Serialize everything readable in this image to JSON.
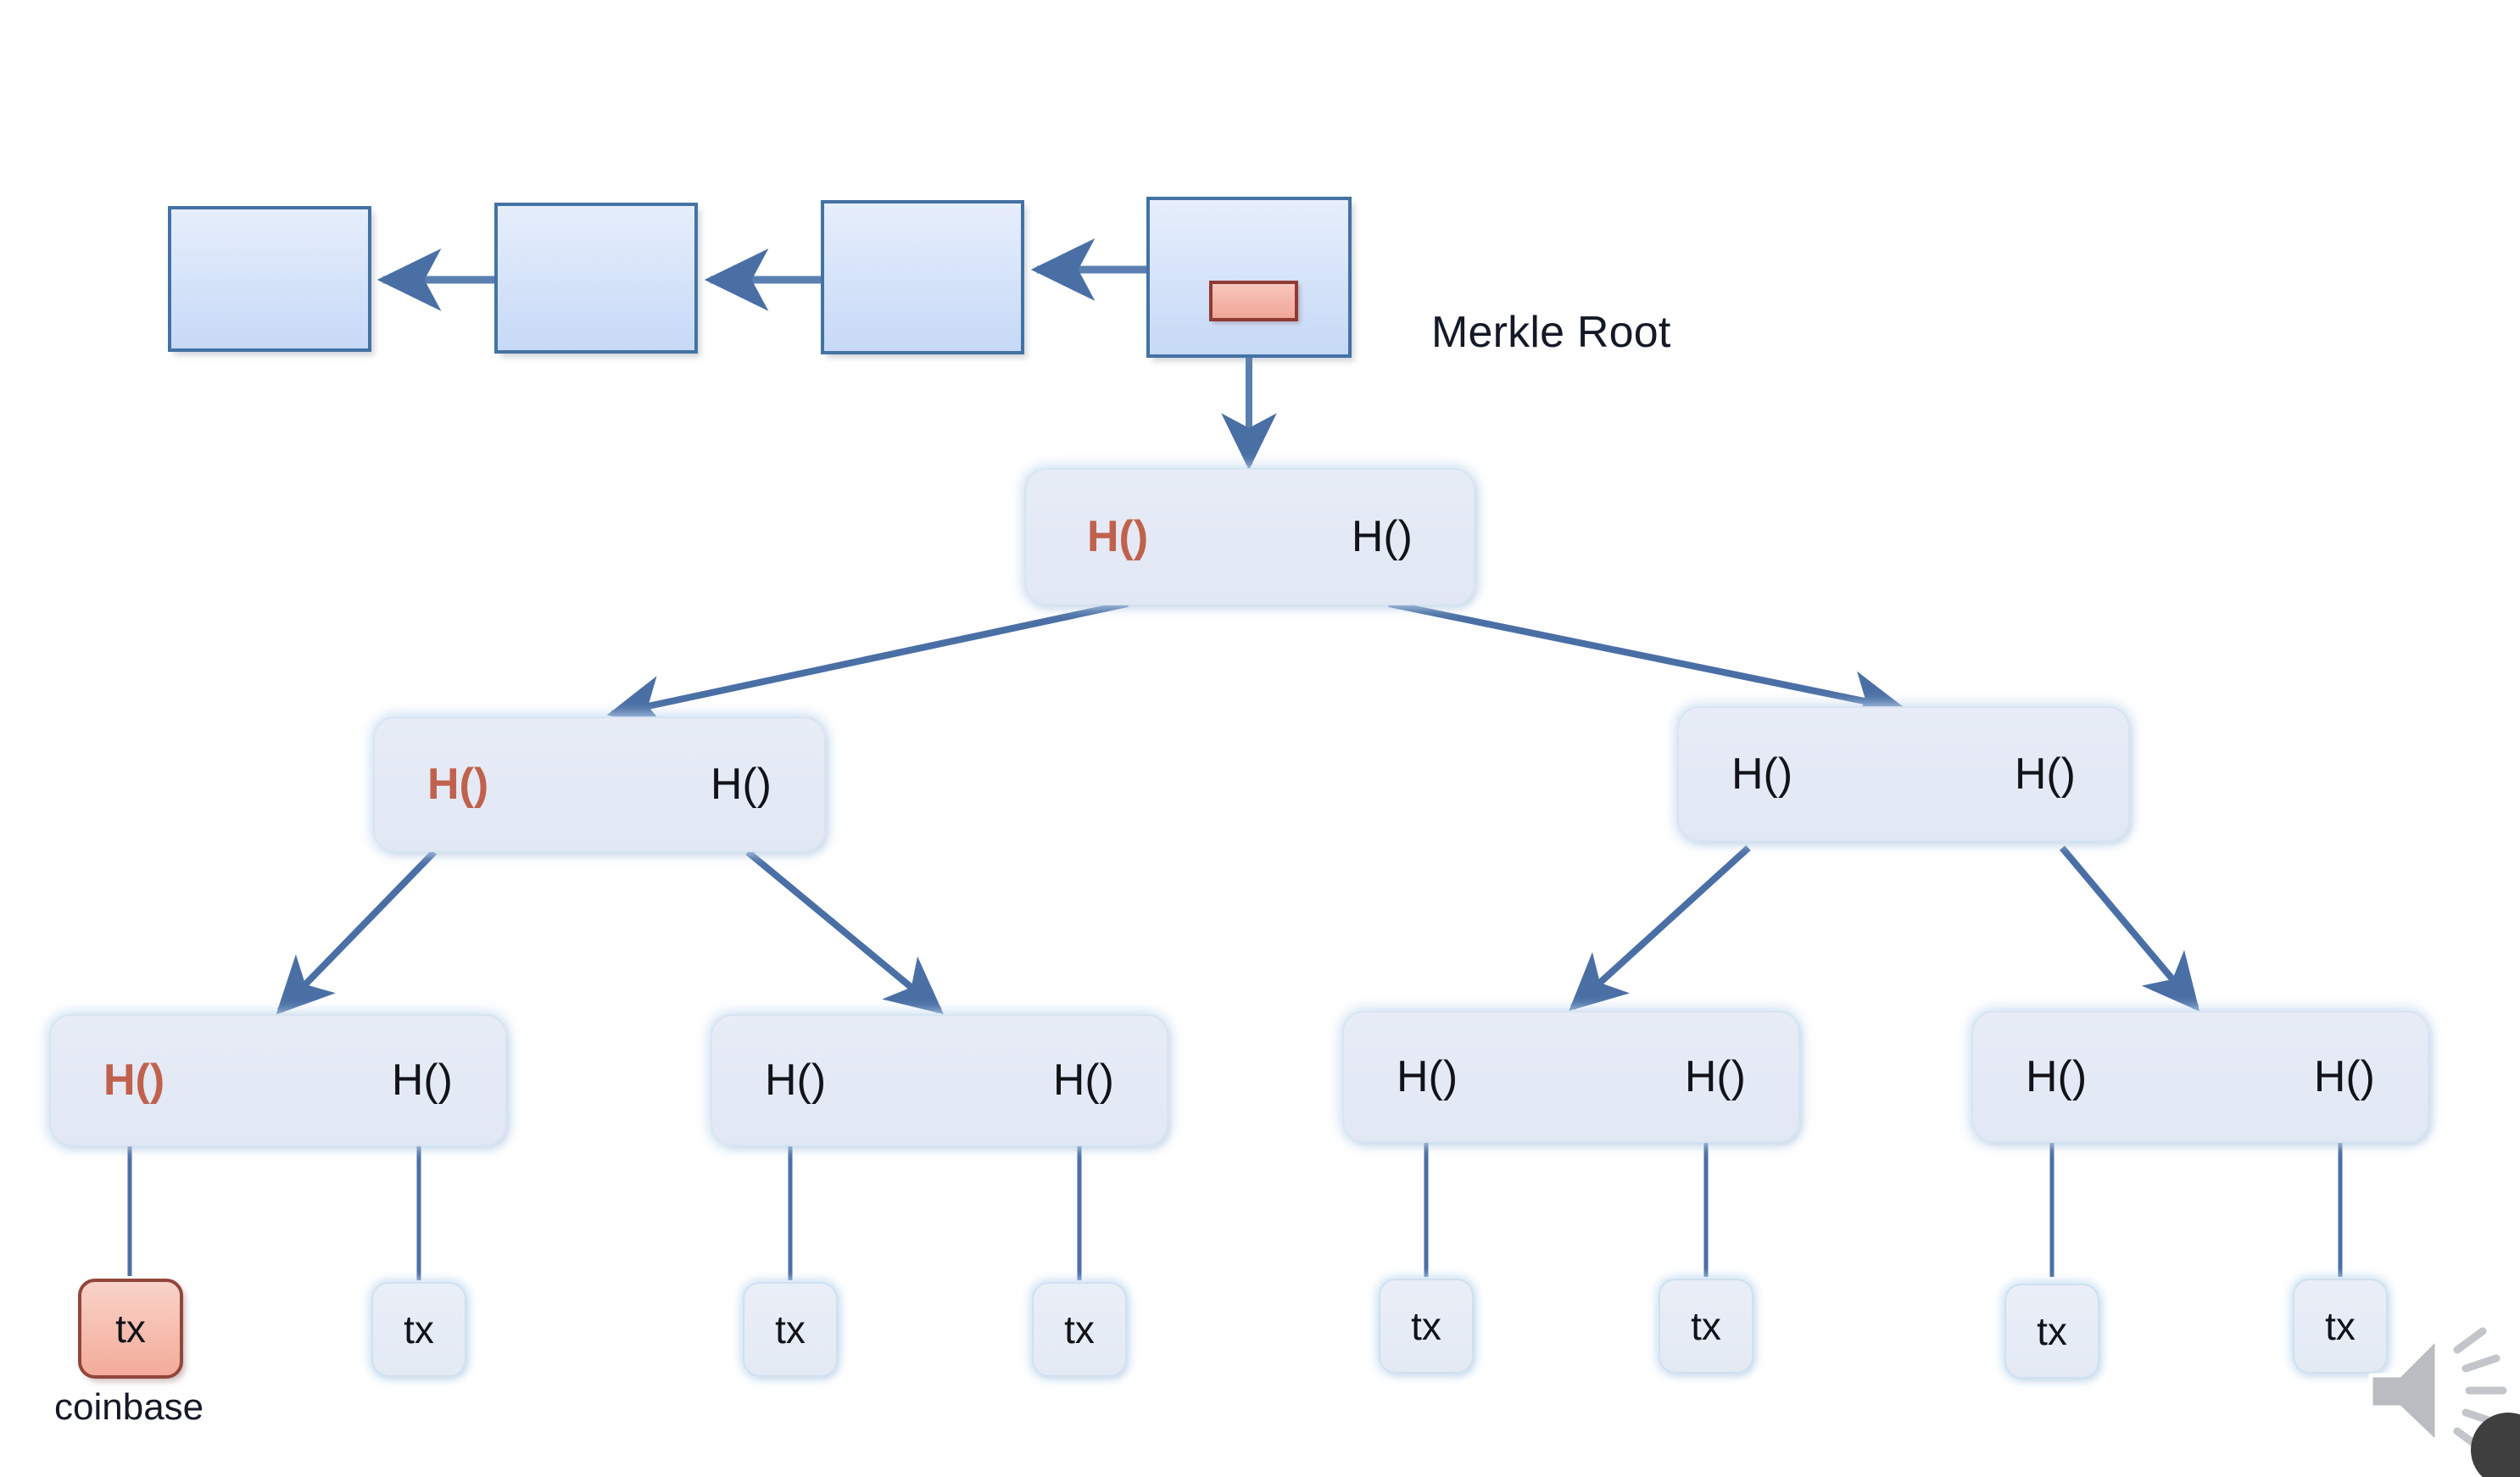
{
  "diagram": {
    "title": "Merkle tree inside a blockchain block",
    "accent_color": "#4472a4",
    "highlight_color": "#c0614e",
    "node_fill": "#e4eaf5",
    "block_fill": "#c6d9f6",
    "coinbase_fill": "#f3ab99",
    "connector_color": "#4a6fa5"
  },
  "chain": {
    "blocks": [
      {
        "name": "block-1",
        "label": ""
      },
      {
        "name": "block-2",
        "label": ""
      },
      {
        "name": "block-3",
        "label": ""
      },
      {
        "name": "block-4",
        "label": ""
      }
    ],
    "merkle_root_marker": "",
    "merkle_root_label": "Merkle Root"
  },
  "tree": {
    "root": {
      "left_hash": "H()",
      "right_hash": "H()",
      "left_highlighted": true,
      "right_highlighted": false
    },
    "level2": [
      {
        "left_hash": "H()",
        "right_hash": "H()",
        "left_highlighted": true,
        "right_highlighted": false
      },
      {
        "left_hash": "H()",
        "right_hash": "H()",
        "left_highlighted": false,
        "right_highlighted": false
      }
    ],
    "level3": [
      {
        "left_hash": "H()",
        "right_hash": "H()",
        "left_highlighted": true,
        "right_highlighted": false
      },
      {
        "left_hash": "H()",
        "right_hash": "H()",
        "left_highlighted": false,
        "right_highlighted": false
      },
      {
        "left_hash": "H()",
        "right_hash": "H()",
        "left_highlighted": false,
        "right_highlighted": false
      },
      {
        "left_hash": "H()",
        "right_hash": "H()",
        "left_highlighted": false,
        "right_highlighted": false
      }
    ],
    "transactions": [
      {
        "label": "tx",
        "kind": "coinbase",
        "caption": "coinbase"
      },
      {
        "label": "tx",
        "kind": "normal",
        "caption": ""
      },
      {
        "label": "tx",
        "kind": "normal",
        "caption": ""
      },
      {
        "label": "tx",
        "kind": "normal",
        "caption": ""
      },
      {
        "label": "tx",
        "kind": "normal",
        "caption": ""
      },
      {
        "label": "tx",
        "kind": "normal",
        "caption": ""
      },
      {
        "label": "tx",
        "kind": "normal",
        "caption": ""
      },
      {
        "label": "tx",
        "kind": "normal",
        "caption": ""
      }
    ]
  },
  "overlay": {
    "speaker_icon": "speaker-icon"
  }
}
